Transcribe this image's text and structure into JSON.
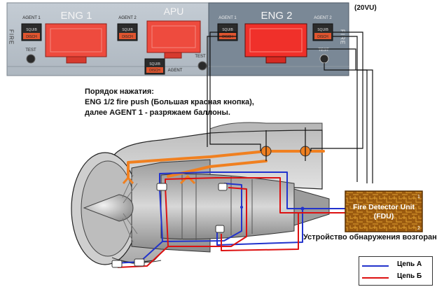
{
  "panel": {
    "fire_left": "FIRE",
    "fire_right": "FIRE",
    "eng1": "ENG 1",
    "apu": "APU",
    "eng2": "ENG 2",
    "agent1": "AGENT 1",
    "agent2": "AGENT 2",
    "apu_agent": "AGENT",
    "squib": "SQUIB",
    "disch": "DISCH",
    "test": "TEST",
    "vu": "(20VU)"
  },
  "instructions": [
    "Порядок нажатия:",
    "ENG 1/2 fire push (Большая красная кнопка),",
    "далее AGENT 1 - разряжаем баллоны."
  ],
  "fdu": {
    "title": "Fire Detector Unit",
    "abbr": "(FDU)",
    "num1": "1",
    "num2": "2",
    "caption": "Устройство обнаружения возгорания"
  },
  "legend": {
    "a": {
      "label": "Цепь А",
      "color": "#2233cc"
    },
    "b": {
      "label": "Цепь Б",
      "color": "#dd1111"
    }
  },
  "colors": {
    "pipe": "#f08020",
    "circuit_a": "#2233cc",
    "circuit_b": "#dd1111",
    "wire": "#111111"
  }
}
